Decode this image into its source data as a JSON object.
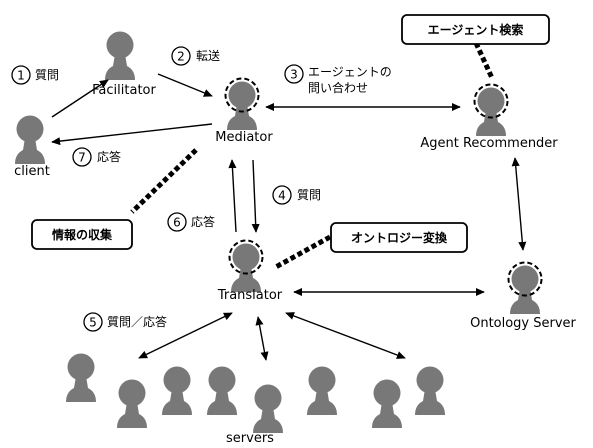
{
  "colors": {
    "agent": "#787878",
    "line": "#000000",
    "background": "#ffffff"
  },
  "nodes": {
    "client": "client",
    "facilitator": "Facilitator",
    "mediator": "Mediator",
    "agent_recommender": "Agent Recommender",
    "translator": "Translator",
    "ontology_server": "Ontology Server",
    "servers": "servers"
  },
  "steps": {
    "s1": {
      "num": "1",
      "text": "質問"
    },
    "s2": {
      "num": "2",
      "text": "転送"
    },
    "s3": {
      "num": "3",
      "line1": "エージェントの",
      "line2": "問い合わせ"
    },
    "s4": {
      "num": "4",
      "text": "質問"
    },
    "s5": {
      "num": "5",
      "text": "質問／応答"
    },
    "s6": {
      "num": "6",
      "text": "応答"
    },
    "s7": {
      "num": "7",
      "text": "応答"
    }
  },
  "boxes": {
    "agent_search": "エージェント検索",
    "info_collection": "情報の収集",
    "ontology_conversion": "オントロジー変換"
  }
}
